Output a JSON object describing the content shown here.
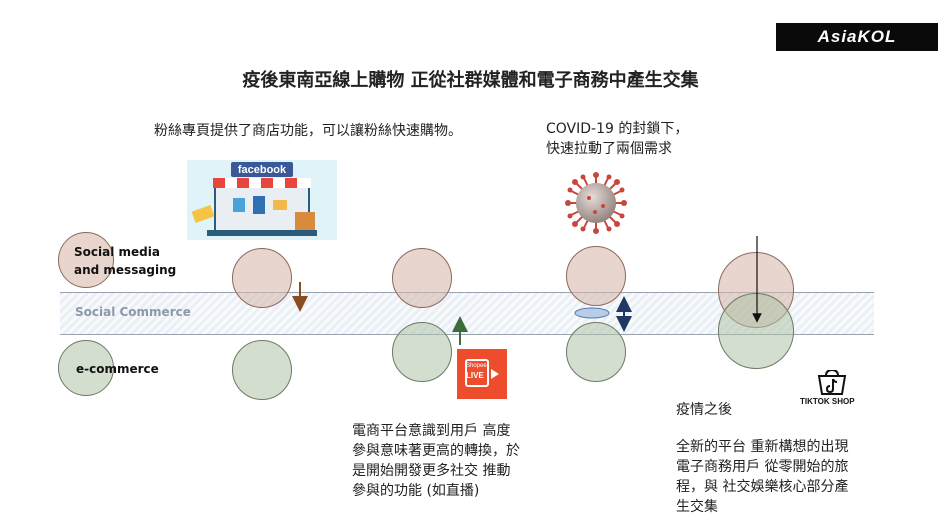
{
  "logo": {
    "text": "AsiaKOL"
  },
  "title": "疫後東南亞線上購物 正從社群媒體和電子商務中產生交集",
  "fb_note": "粉絲專頁提供了商店功能，可以讓粉絲快速購物。",
  "fb_image": {
    "sign_text": "facebook"
  },
  "covid_note": {
    "line1": "COVID-19 的封鎖下，",
    "line2": "快速拉動了兩個需求"
  },
  "rows": {
    "top_label_1": "Social media",
    "top_label_2": "and messaging",
    "band_label": "Social Commerce",
    "bottom_label": "e-commerce"
  },
  "shopee": {
    "line1": "Shopee",
    "line2": "LIVE"
  },
  "tiktok": {
    "label": "TIKTOK SHOP"
  },
  "ecommerce_note": [
    "電商平台意識到用戶 高度",
    "參與意味著更高的轉換，於",
    "是開始開發更多社交 推動",
    "參與的功能 (如直播)"
  ],
  "after_title": "疫情之後",
  "after_note": [
    "全新的平台 重新構想的出現",
    "電子商務用戶 從零開始的旅",
    "程，與 社交娛樂核心部分產",
    "生交集"
  ]
}
